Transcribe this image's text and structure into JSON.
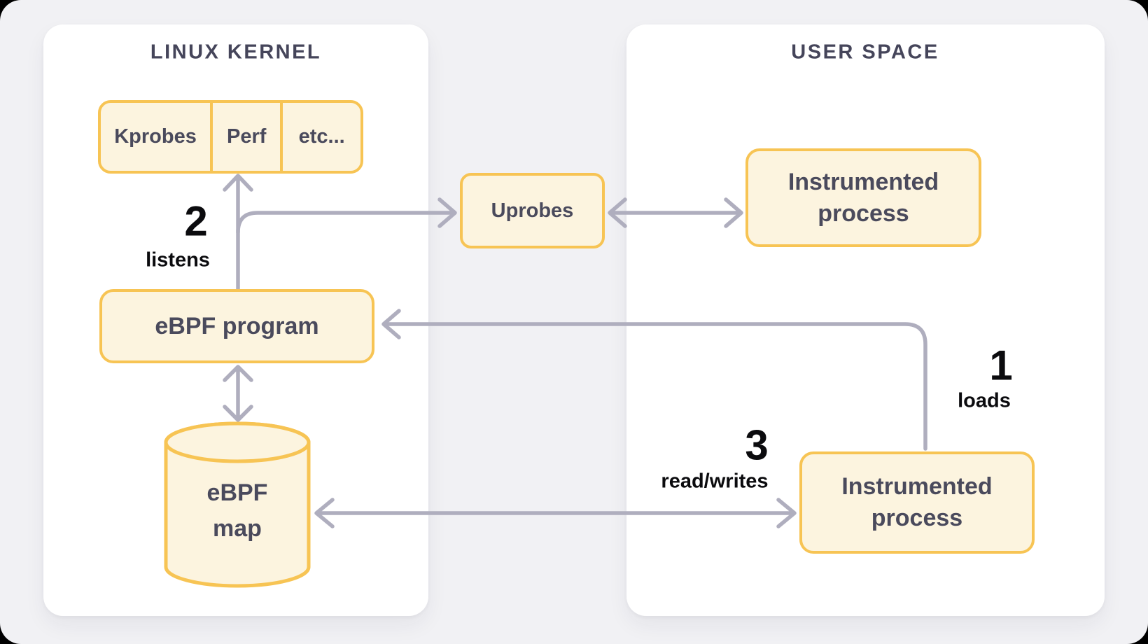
{
  "diagram": {
    "panels": {
      "kernel": {
        "title": "LINUX KERNEL"
      },
      "user": {
        "title": "USER SPACE"
      }
    },
    "nodes": {
      "probe_row": {
        "cells": [
          "Kprobes",
          "Perf",
          "etc..."
        ]
      },
      "uprobes": {
        "label": "Uprobes"
      },
      "ebpf_program": {
        "label": "eBPF program"
      },
      "ebpf_map": {
        "label": "eBPF\nmap"
      },
      "instrumented_top": {
        "label": "Instrumented\nprocess"
      },
      "instrumented_bottom": {
        "label": "Instrumented\nprocess"
      }
    },
    "steps": {
      "step1": {
        "number": "1",
        "label": "loads"
      },
      "step2": {
        "number": "2",
        "label": "listens"
      },
      "step3": {
        "number": "3",
        "label": "read/writes"
      }
    },
    "colors": {
      "background": "#F1F1F4",
      "panel": "#FFFFFF",
      "node_fill": "#FCF4DF",
      "node_border": "#F7C454",
      "arrow": "#AFAEBE",
      "node_text": "#4A4A5C",
      "title_text": "#45455A",
      "label_text": "#0B0B0E"
    }
  }
}
